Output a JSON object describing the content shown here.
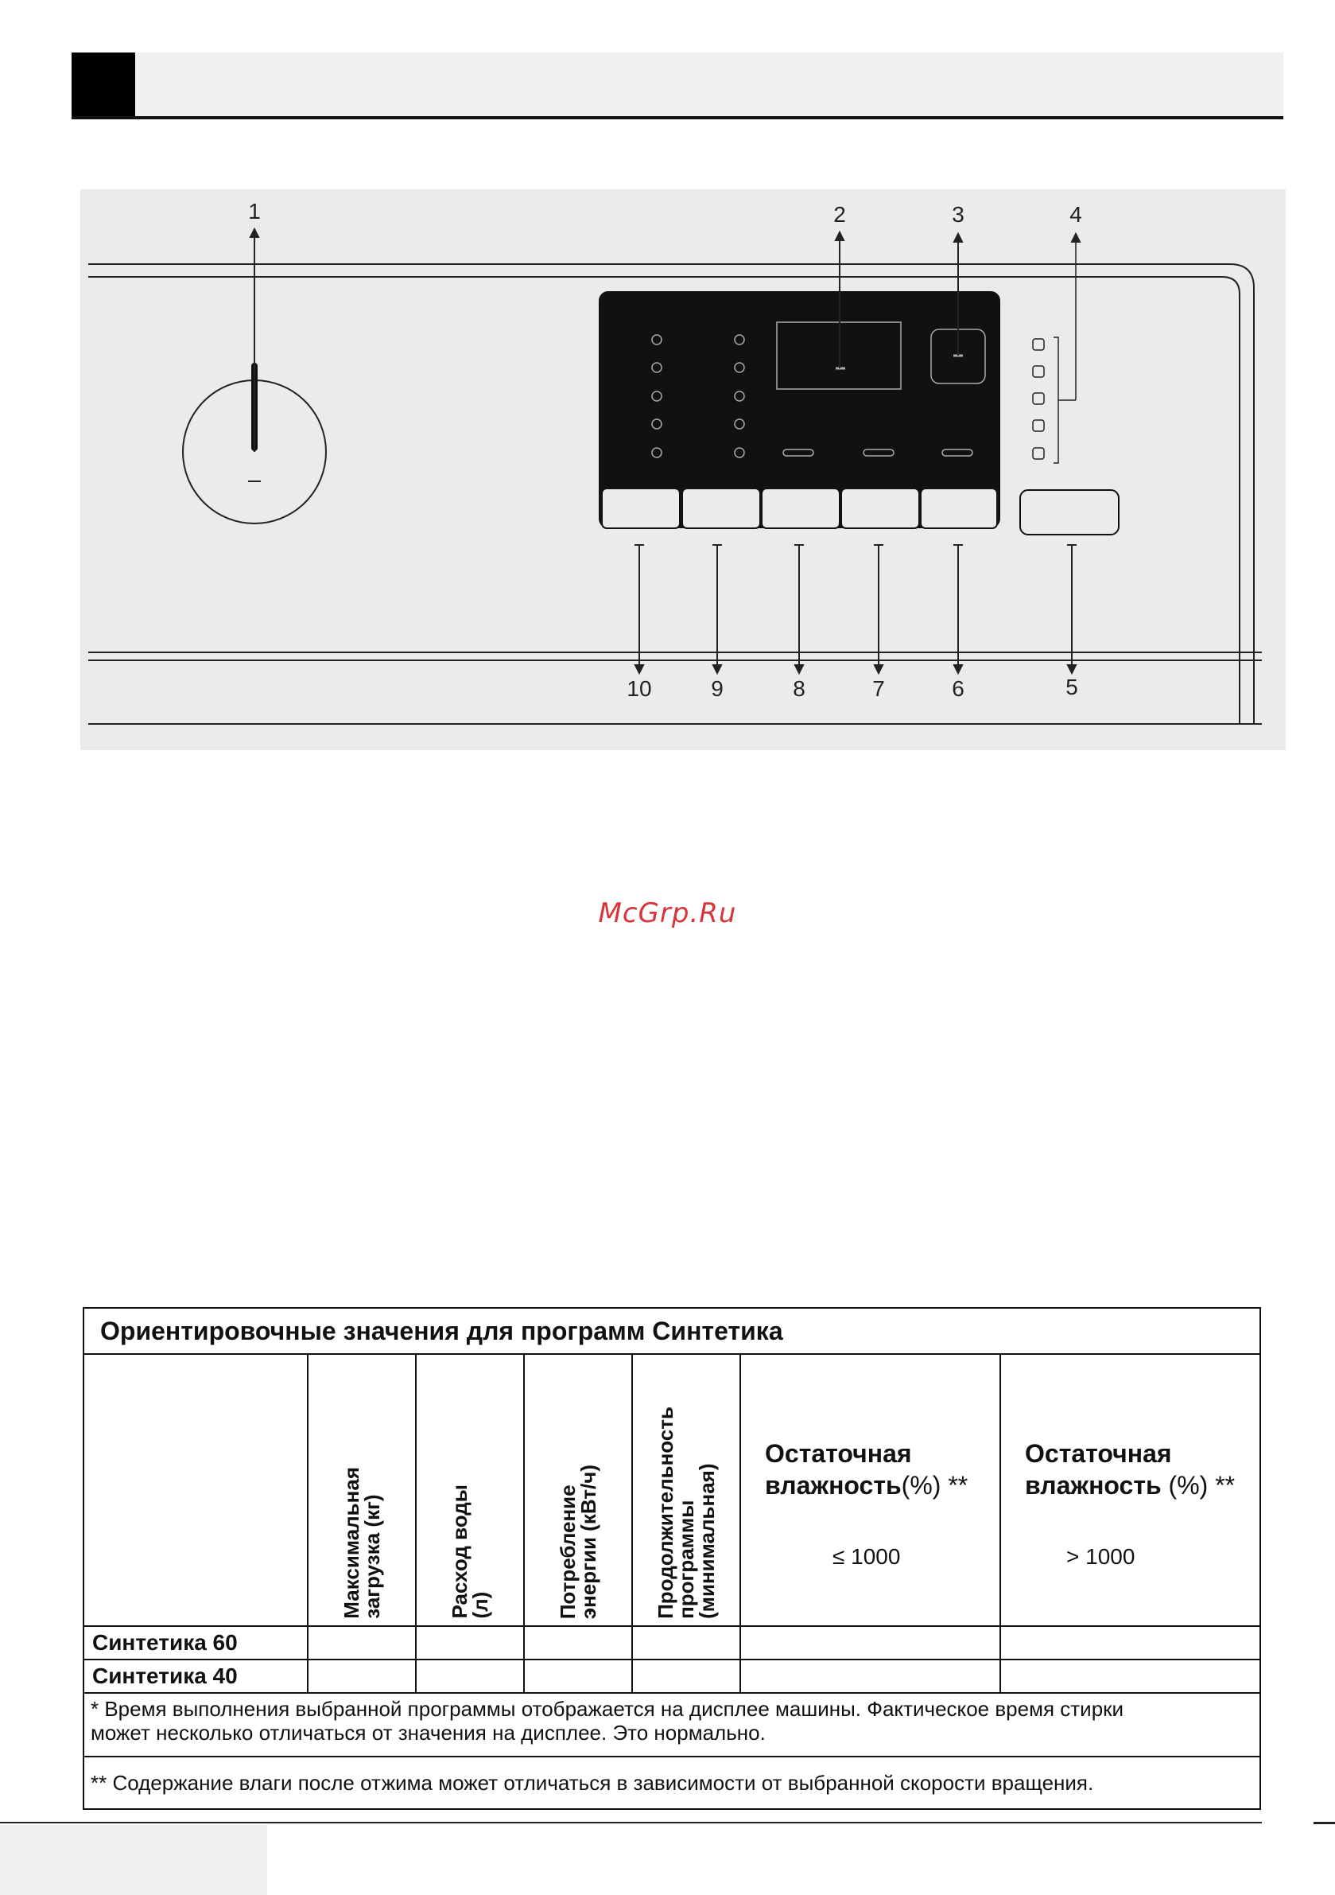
{
  "diagram": {
    "callouts": [
      "1",
      "2",
      "3",
      "4",
      "5",
      "6",
      "7",
      "8",
      "9",
      "10"
    ]
  },
  "watermark": "McGrp.Ru",
  "table": {
    "title": "Ориентировочные значения для программ Синтетика",
    "col_headers": [
      "Максимальная\nзагрузка (кг)",
      "Расход воды\n(л)",
      "Потребление\nэнергии (кВт/ч)",
      "Продолжительность\nпрограммы\n(минимальная)"
    ],
    "humidity": [
      {
        "line1": "Остаточная",
        "line2": "влажность",
        "unit": "(%)",
        "mark": "**",
        "condition": "≤ 1000"
      },
      {
        "line1": "Остаточная",
        "line2": "влажность",
        "unit": "(%)",
        "mark": "**",
        "condition": "> 1000"
      }
    ],
    "rows": [
      "Синтетика 60",
      "Синтетика 40"
    ],
    "note1": "* Время выполнения выбранной программы отображается на дисплее машины. Фактическое время стирки\n   может несколько отличаться от значения на дисплее. Это нормально.",
    "note2": "** Содержание влаги после отжима может отличаться в зависимости от выбранной скорости вращения."
  }
}
